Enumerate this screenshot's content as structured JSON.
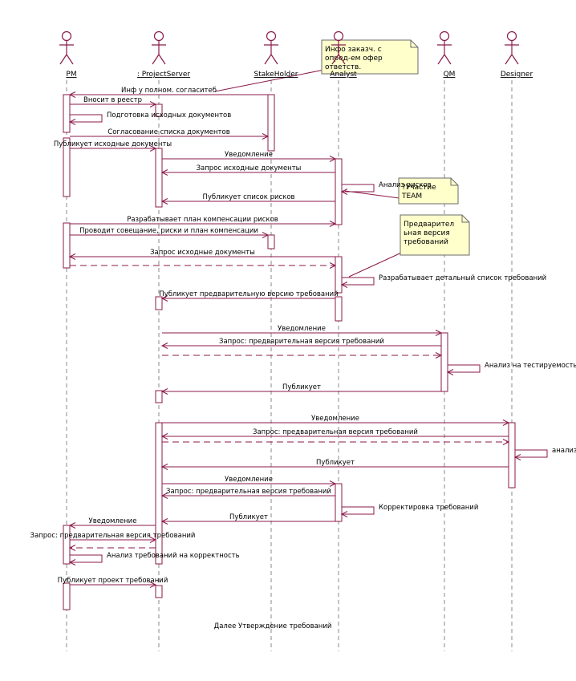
{
  "colors": {
    "line": "#8b1a4a",
    "lifeline": "#6b6b6b",
    "note_fill": "#ffffcc",
    "note_border": "#6b6b6b"
  },
  "actors": [
    {
      "id": "pm",
      "label": "PM",
      "icon": "stick-figure-icon"
    },
    {
      "id": "ps",
      "label": ": ProjectServer",
      "icon": "stick-figure-icon"
    },
    {
      "id": "sh",
      "label": "StakeHolder",
      "icon": "stick-figure-icon"
    },
    {
      "id": "an",
      "label": "Analyst",
      "icon": "stick-figure-icon"
    },
    {
      "id": "qm",
      "label": "QM",
      "icon": "stick-figure-icon"
    },
    {
      "id": "de",
      "label": "Designer",
      "icon": "stick-figure-icon"
    }
  ],
  "messages": [
    {
      "from": "sh",
      "to": "pm",
      "label": "Инф у полном. согласитеб"
    },
    {
      "from": "pm",
      "to": "ps",
      "label": "Вносит в реестр"
    },
    {
      "from": "pm",
      "to": "pm",
      "label": "Подготовка исходных документов"
    },
    {
      "from": "pm",
      "to": "sh",
      "label": "Согласование списка документов"
    },
    {
      "from": "pm",
      "to": "ps",
      "label": "Публикует исходные документы"
    },
    {
      "from": "ps",
      "to": "an",
      "label": "Уведомление"
    },
    {
      "from": "an",
      "to": "ps",
      "label": "Запрос исходные документы"
    },
    {
      "from": "an",
      "to": "an",
      "label": "Анализ рисков"
    },
    {
      "from": "an",
      "to": "ps",
      "label": "Публикует список рисков"
    },
    {
      "from": "pm",
      "to": "an",
      "label": "Разрабатывает план компенсации рисков"
    },
    {
      "from": "pm",
      "to": "sh",
      "label": "Проводит совещание, риски и план компенсации"
    },
    {
      "from": "an",
      "to": "pm",
      "label": "Запрос исходные документы"
    },
    {
      "from": "pm",
      "to": "an",
      "label": "",
      "dashed": true
    },
    {
      "from": "an",
      "to": "an",
      "label": "Разрабатывает детальный список требований"
    },
    {
      "from": "an",
      "to": "ps",
      "label": "Публикует предварительную версию требований"
    },
    {
      "from": "ps",
      "to": "qm",
      "label": "Уведомление"
    },
    {
      "from": "qm",
      "to": "ps",
      "label": "Запрос: предварительная версия требований"
    },
    {
      "from": "ps",
      "to": "qm",
      "label": "",
      "dashed": true
    },
    {
      "from": "qm",
      "to": "qm",
      "label": "Анализ на тестируемость"
    },
    {
      "from": "qm",
      "to": "ps",
      "label": "Публикует"
    },
    {
      "from": "ps",
      "to": "de",
      "label": "Уведомление"
    },
    {
      "from": "de",
      "to": "ps",
      "label": "Запрос: предварительная версия требований"
    },
    {
      "from": "ps",
      "to": "de",
      "label": "",
      "dashed": true
    },
    {
      "from": "de",
      "to": "de",
      "label": "анализ на реализуемость"
    },
    {
      "from": "de",
      "to": "ps",
      "label": "Публикует"
    },
    {
      "from": "ps",
      "to": "an",
      "label": "Уведомление"
    },
    {
      "from": "an",
      "to": "ps",
      "label": "Запрос: предварительная версия требований"
    },
    {
      "from": "an",
      "to": "an",
      "label": "Корректировка требований"
    },
    {
      "from": "an",
      "to": "ps",
      "label": "Публикует"
    },
    {
      "from": "ps",
      "to": "pm",
      "label": "Уведомление"
    },
    {
      "from": "pm",
      "to": "ps",
      "label": "Запрос: предварительная версия требований"
    },
    {
      "from": "ps",
      "to": "pm",
      "label": "",
      "dashed": true
    },
    {
      "from": "pm",
      "to": "pm",
      "label": "Анализ требований на корректность"
    },
    {
      "from": "pm",
      "to": "ps",
      "label": "Публикует проект требований"
    }
  ],
  "notes": [
    {
      "lines": [
        "Инфо заказч. с",
        "опред-ем офер",
        "ответств."
      ]
    },
    {
      "lines": [
        "?Участие",
        "TEAM"
      ]
    },
    {
      "lines": [
        "Предварител",
        "ьная версия",
        "требований"
      ]
    }
  ],
  "footer": "Далее  Утверждение требований"
}
